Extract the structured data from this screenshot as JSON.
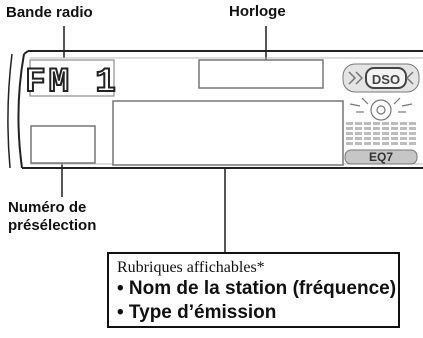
{
  "labels": {
    "band": "Bande radio",
    "clock": "Horloge",
    "preset_line1": "Numéro de",
    "preset_line2": "présélection"
  },
  "display": {
    "band_text": "FM 1",
    "dso_text": "DSO",
    "eq_text": "EQ7"
  },
  "caption": {
    "title": "Rubriques affichables*",
    "items": [
      "• Nom de la station (fréquence)",
      "• Type d’émission"
    ]
  }
}
